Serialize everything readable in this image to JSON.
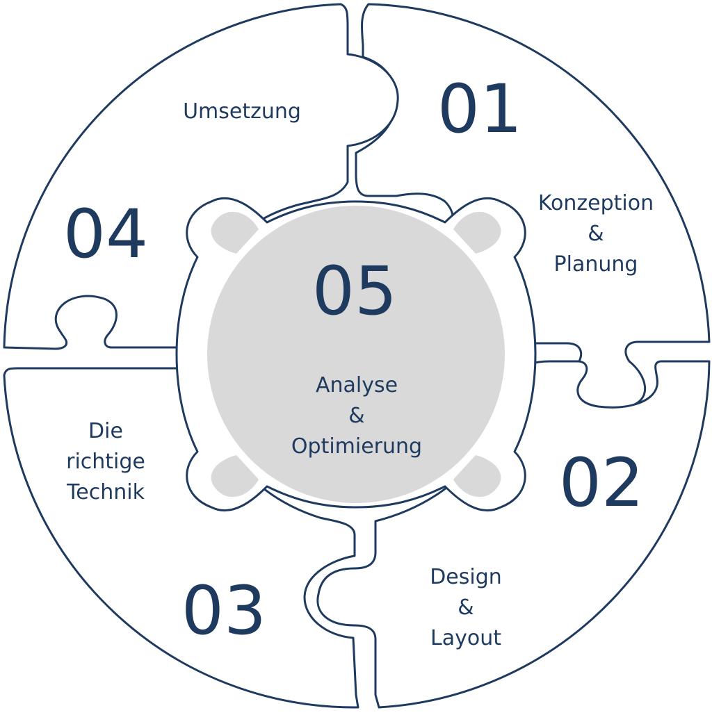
{
  "colors": {
    "outline": "#1f3a5f",
    "text": "#1f3a5f",
    "hub_fill": "#d9d9d9",
    "background": "#ffffff"
  },
  "pieces": [
    {
      "number": "01",
      "label_lines": [
        "Konzeption",
        "&",
        "Planung"
      ]
    },
    {
      "number": "02",
      "label_lines": [
        "Design",
        "&",
        "Layout"
      ]
    },
    {
      "number": "03",
      "label_lines": [
        "Die",
        "richtige",
        "Technik"
      ]
    },
    {
      "number": "04",
      "label_lines": [
        "Umsetzung"
      ]
    }
  ],
  "hub": {
    "number": "05",
    "label_lines": [
      "Analyse",
      "&",
      "Optimierung"
    ]
  }
}
